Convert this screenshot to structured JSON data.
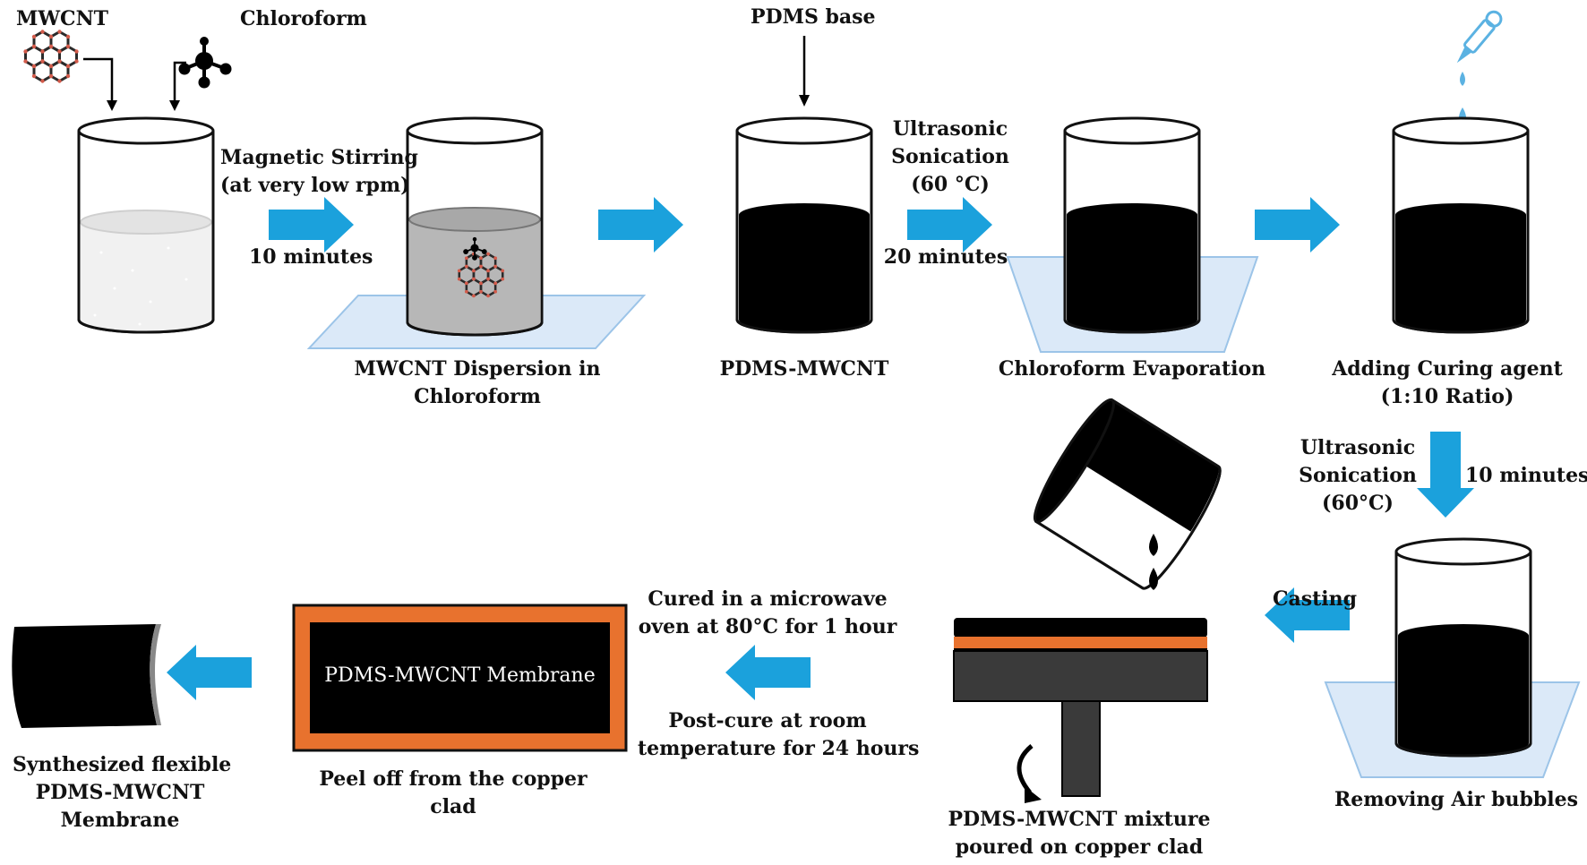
{
  "colors": {
    "arrow": "#1ba1dc",
    "black_liquid": "#000000",
    "grey_liquid": "#b7b7b7",
    "white_liquid": "#f1f1f1",
    "tray": "#dbe9f8",
    "copper": "#e8722e",
    "dropper": "#5bb2e2",
    "dark_grey": "#3a3a3a"
  },
  "inputs": {
    "mwcnt": "MWCNT",
    "chloroform": "Chloroform",
    "pdms_base": "PDMS base"
  },
  "steps": {
    "stirring": {
      "method": [
        "Magnetic Stirring",
        "(at very low rpm)"
      ],
      "time": "10 minutes"
    },
    "dispersion": [
      "MWCNT Dispersion in",
      "Chloroform"
    ],
    "pdms_mwcnt": "PDMS-MWCNT",
    "sonication1": {
      "method": [
        "Ultrasonic",
        "Sonication",
        "(60 °C)"
      ],
      "time": "20 minutes"
    },
    "evaporation": "Chloroform Evaporation",
    "curing": [
      "Adding Curing agent",
      "(1:10 Ratio)"
    ],
    "sonication2": {
      "method": [
        "Ultrasonic",
        "Sonication",
        "(60°C)"
      ],
      "time": "10 minutes"
    },
    "air_bubbles": "Removing Air bubbles",
    "casting": "Casting",
    "poured": [
      "PDMS-MWCNT mixture",
      "poured on copper clad"
    ],
    "cure": [
      "Cured in a microwave",
      "oven at 80°C for 1 hour"
    ],
    "post_cure": [
      "Post-cure at room",
      "temperature for 24 hours"
    ],
    "membrane_label": "PDMS-MWCNT Membrane",
    "peel": [
      "Peel off from the copper",
      "clad"
    ],
    "final": [
      "Synthesized flexible",
      "PDMS-MWCNT",
      "Membrane"
    ]
  }
}
